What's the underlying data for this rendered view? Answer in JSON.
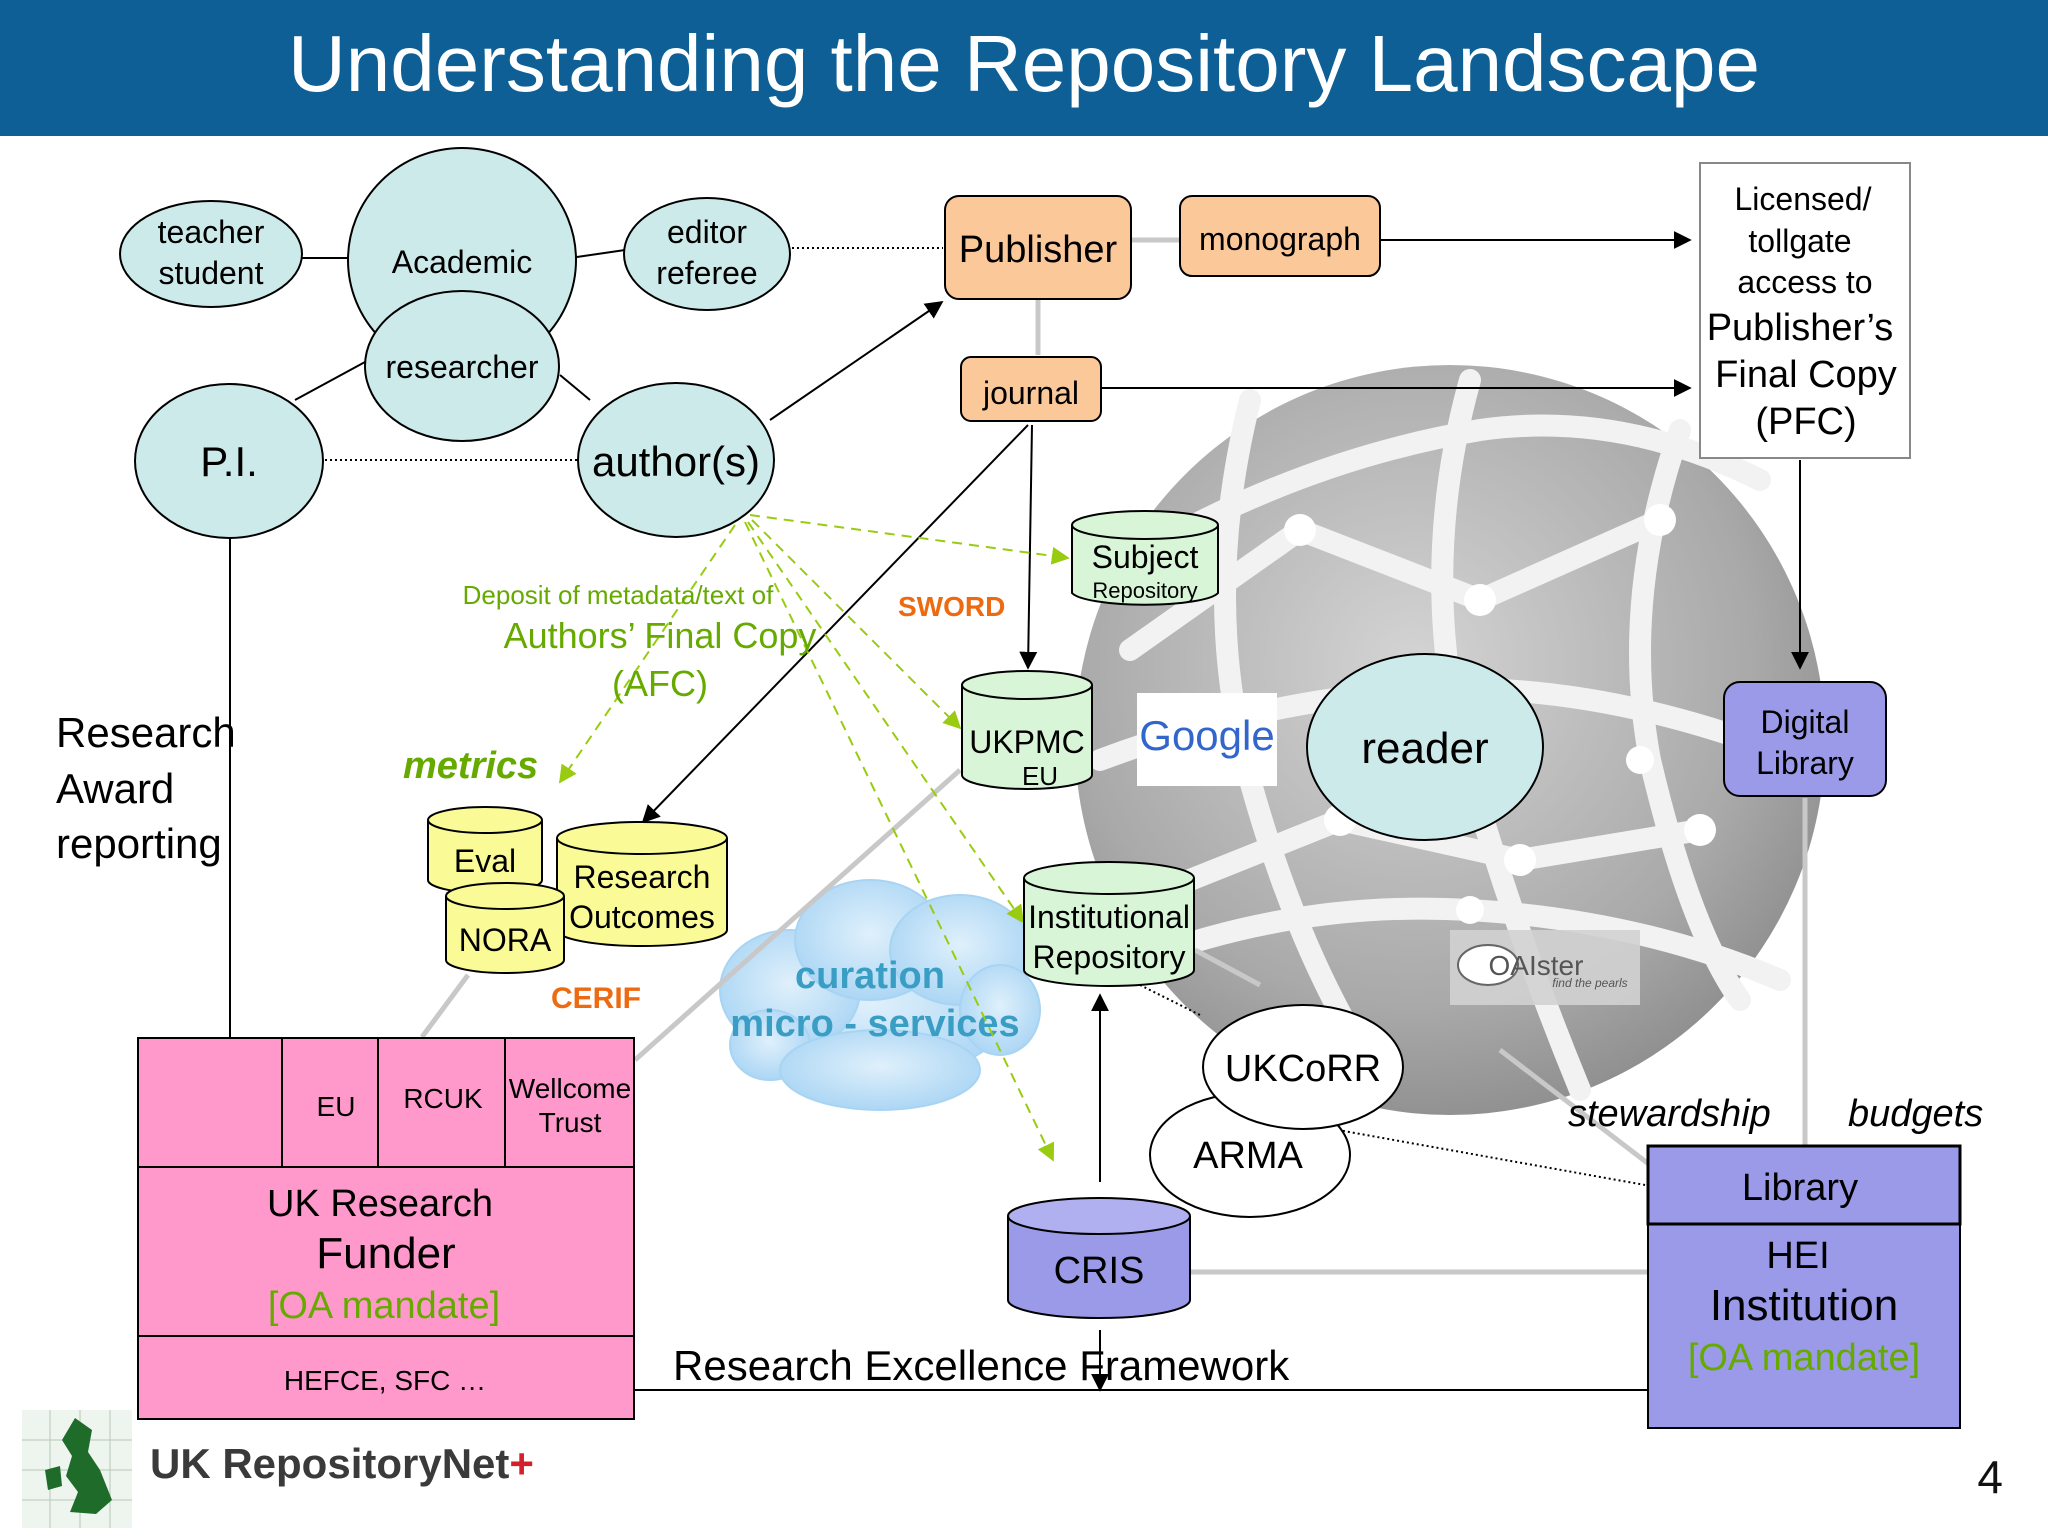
{
  "slide": {
    "title": "Understanding the Repository Landscape",
    "page_number": "4",
    "brand": "UK RepositoryNet",
    "brand_plus": "+"
  },
  "roles": {
    "academic": "Academic",
    "teacher": "teacher",
    "student": "student",
    "editor": "editor",
    "referee": "referee",
    "researcher": "researcher",
    "pi": "P.I.",
    "authors": "author(s)"
  },
  "publishing": {
    "publisher": "Publisher",
    "monograph": "monograph",
    "journal": "journal",
    "licensed_lines": [
      "Licensed/",
      "tollgate",
      "access to"
    ],
    "pfc_lines": [
      "Publisher’s",
      "Final Copy",
      "(PFC)"
    ]
  },
  "deposit": {
    "line1": "Deposit of metadata/text of",
    "line2": "Authors’ Final Copy",
    "line3": "(AFC)",
    "sword": "SWORD",
    "metrics": "metrics",
    "cerif": "CERIF"
  },
  "repositories": {
    "subject": "Subject",
    "subject_sub": "Repository",
    "ukpmc": "UKPMC",
    "ukpmc_sub": "EU",
    "institutional_1": "Institutional",
    "institutional_2": "Repository",
    "cris": "CRIS",
    "eval": "Eval",
    "nora": "NORA",
    "research_outcomes_1": "Research",
    "research_outcomes_2": "Outcomes"
  },
  "web": {
    "reader": "reader",
    "google": "Google",
    "oaister": "OAIster",
    "oaister_tagline": "find the pearls",
    "digital_library_1": "Digital",
    "digital_library_2": "Library",
    "curation_1": "curation",
    "curation_2": "micro - services",
    "ukcorr": "UKCoRR",
    "arma": "ARMA"
  },
  "funder": {
    "eu": "EU",
    "rcuk": "RCUK",
    "wellcome_1": "Wellcome",
    "wellcome_2": "Trust",
    "uk_research": "UK Research",
    "funder": "Funder",
    "mandate": "[OA mandate]",
    "hefce": "HEFCE, SFC …",
    "research_award": [
      "Research",
      "Award",
      "reporting"
    ]
  },
  "institution": {
    "library": "Library",
    "hei": "HEI",
    "institution": "Institution",
    "mandate": "[OA mandate]",
    "stewardship": "stewardship",
    "budgets": "budgets",
    "ref": "Research Excellence Framework"
  },
  "colors": {
    "header": "#0d5f96",
    "teal": "#cdeaea",
    "orange": "#fbc89a",
    "green_repo": "#d8f5d8",
    "yellow": "#fafa96",
    "pink": "#ff99cc",
    "violet": "#9a9ae8",
    "green_text": "#66aa00",
    "orange_text": "#ee6a10",
    "dashed_green": "#99cc11"
  }
}
